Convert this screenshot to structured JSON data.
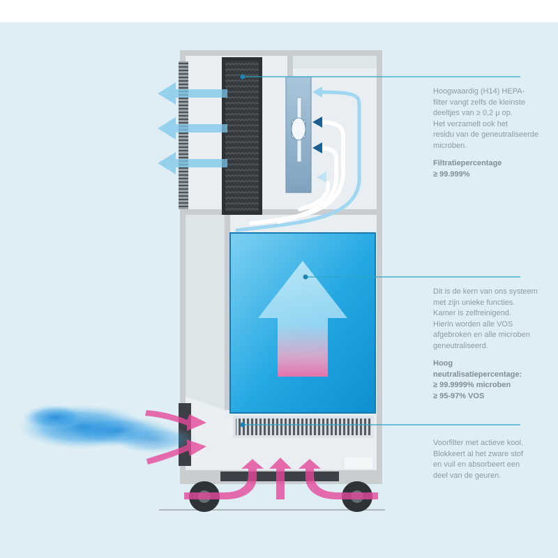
{
  "colors": {
    "background": "#dfeef4",
    "leader_line": "#2fa3c7",
    "reactor_blue": "#1a9fdc",
    "inflow_arrow": "#e4489a",
    "outflow_arrow": "#7cc6ea"
  },
  "callouts": {
    "hepa": {
      "lines": [
        "Hoogwaardig (H14) HEPA-",
        "filter vangt zelfs de kleinste",
        "deeltjes van ≥ 0,2 μ op.",
        "Het verzamelt ook het",
        "residu van de geneutraliseerde",
        "microben."
      ],
      "heading": "Filtratiepercentage",
      "values": [
        "≥ 99.999%"
      ]
    },
    "core": {
      "lines": [
        "Dit is de kern van ons systeem",
        "met zijn unieke functies.",
        "Kamer is zelfreinigend.",
        "Hierin worden alle VOS",
        "afgebroken en alle microben",
        "geneutraliseerd."
      ],
      "heading": "Hoog",
      "values": [
        "neutralisatiepercentage:",
        "≥ 99.9999% microben",
        "≥ 95-97% VOS"
      ]
    },
    "prefilter": {
      "lines": [
        "Voorfilter met actieve kool.",
        "Blokkeert al het zware stof",
        "en vuil en absorbeert een",
        "deel van de geuren."
      ],
      "heading": "",
      "values": []
    }
  }
}
